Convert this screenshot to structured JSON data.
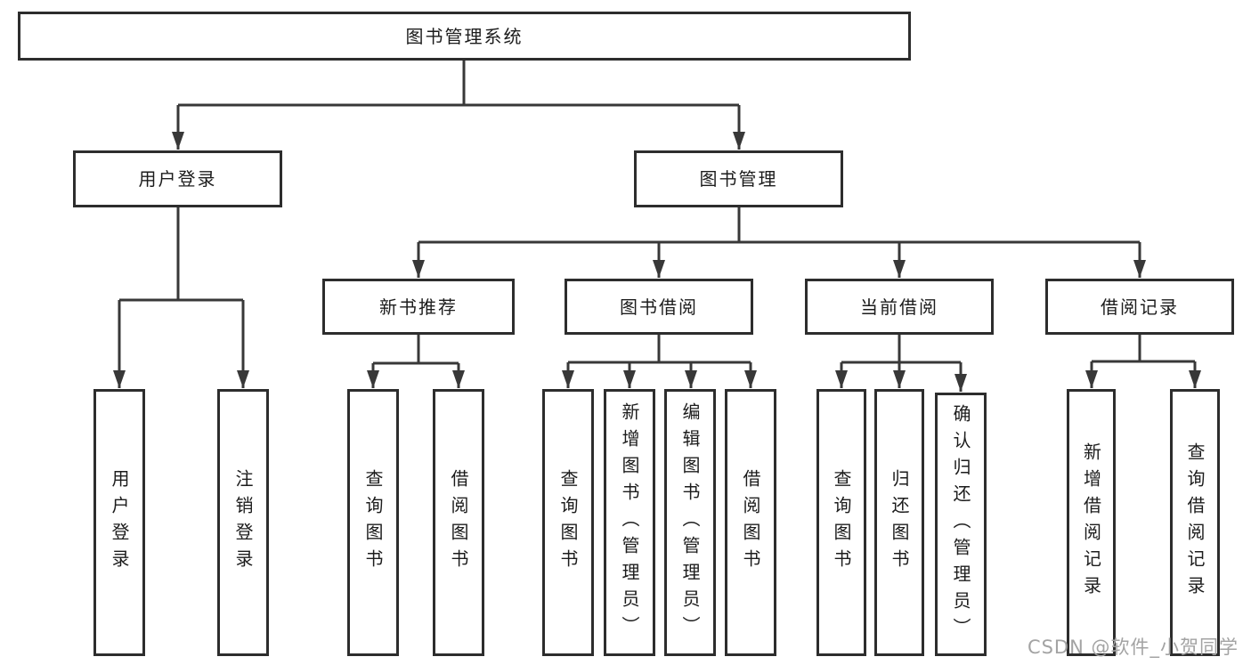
{
  "diagram": {
    "type": "hierarchy-tree",
    "title": "图书管理系统",
    "colors": {
      "line": "#383838",
      "box_border": "#2d2d2d",
      "text": "#1c1c1c",
      "background": "#ffffff",
      "watermark": "#a3a3a3"
    },
    "nodes": {
      "root": {
        "label": "图书管理系统",
        "parent": null
      },
      "user_login": {
        "label": "用户登录",
        "parent": "root"
      },
      "book_mgmt": {
        "label": "图书管理",
        "parent": "root"
      },
      "login": {
        "label": "用户登录",
        "parent": "user_login"
      },
      "logout": {
        "label": "注销登录",
        "parent": "user_login"
      },
      "new_book_rec": {
        "label": "新书推荐",
        "parent": "book_mgmt"
      },
      "book_borrow": {
        "label": "图书借阅",
        "parent": "book_mgmt"
      },
      "current_borrow": {
        "label": "当前借阅",
        "parent": "book_mgmt"
      },
      "borrow_records": {
        "label": "借阅记录",
        "parent": "book_mgmt"
      },
      "nbr_query": {
        "label": "查询图书",
        "parent": "new_book_rec"
      },
      "nbr_borrow": {
        "label": "借阅图书",
        "parent": "new_book_rec"
      },
      "bb_query": {
        "label": "查询图书",
        "parent": "book_borrow"
      },
      "bb_add": {
        "label": "新增图书（管理员）",
        "parent": "book_borrow"
      },
      "bb_edit": {
        "label": "编辑图书（管理员）",
        "parent": "book_borrow"
      },
      "bb_borrow": {
        "label": "借阅图书",
        "parent": "book_borrow"
      },
      "cb_query": {
        "label": "查询图书",
        "parent": "current_borrow"
      },
      "cb_return": {
        "label": "归还图书",
        "parent": "current_borrow"
      },
      "cb_confirm": {
        "label": "确认归还（管理员）",
        "parent": "current_borrow"
      },
      "br_add": {
        "label": "新增借阅记录",
        "parent": "borrow_records"
      },
      "br_query": {
        "label": "查询借阅记录",
        "parent": "borrow_records"
      }
    }
  },
  "watermark": {
    "text": "CSDN @软件_小贺同学"
  }
}
